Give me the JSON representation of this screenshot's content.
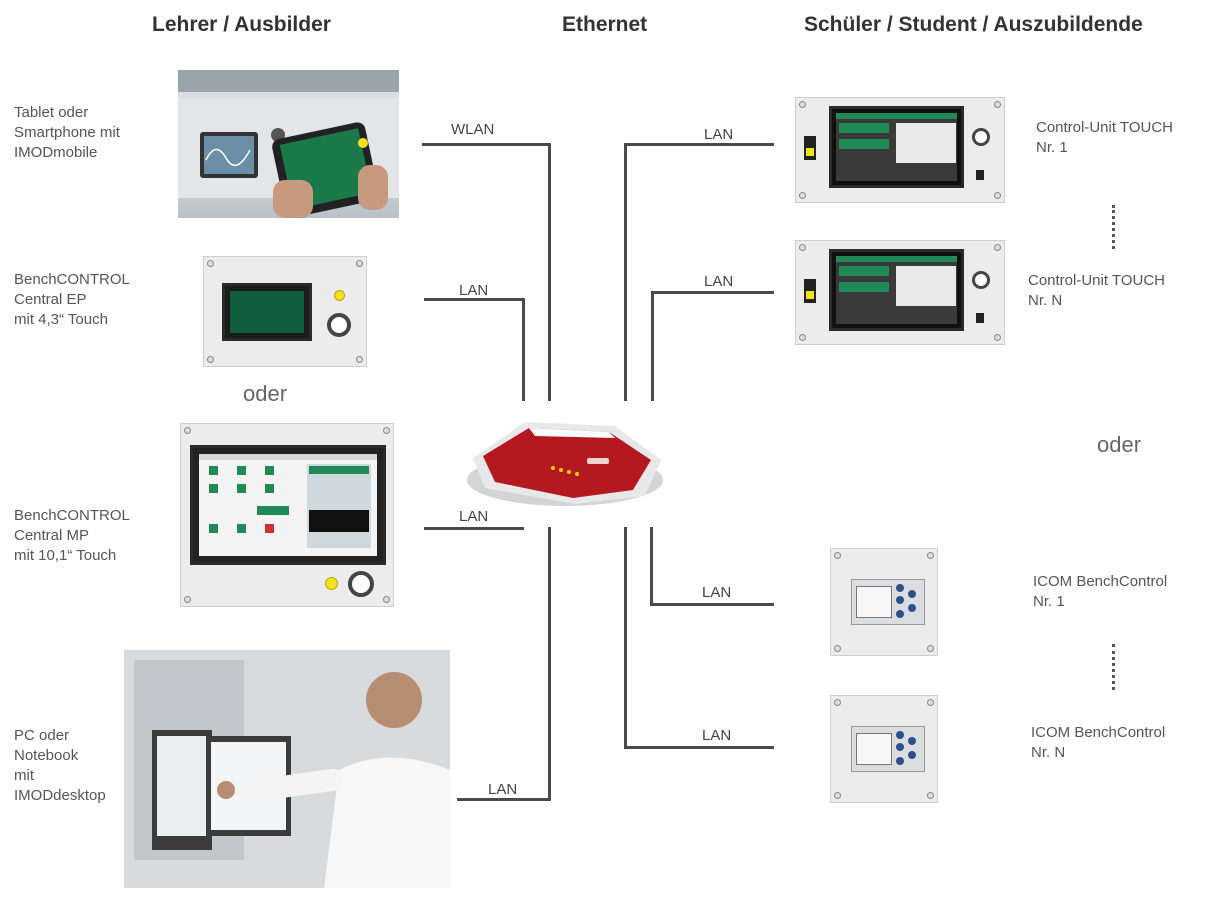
{
  "headers": {
    "teacher": "Lehrer / Ausbilder",
    "network": "Ethernet",
    "student": "Schüler / Student / Auszubildende"
  },
  "left_devices": [
    {
      "label": "Tablet oder\nSmartphone mit\nIMODmobile",
      "link": "WLAN"
    },
    {
      "label": "BenchCONTROL\nCentral EP\nmit 4,3“ Touch",
      "link": "LAN"
    },
    {
      "label": "BenchCONTROL\nCentral MP\nmit 10,1“ Touch",
      "link": "LAN"
    },
    {
      "label": "PC oder\nNotebook\nmit\nIMODdesktop",
      "link": "LAN"
    }
  ],
  "right_devices": [
    {
      "label": "Control-Unit TOUCH\nNr. 1",
      "link": "LAN"
    },
    {
      "label": "Control-Unit TOUCH\nNr. N",
      "link": "LAN"
    },
    {
      "label": "ICOM BenchControl\nNr. 1",
      "link": "LAN"
    },
    {
      "label": "ICOM BenchControl\nNr. N",
      "link": "LAN"
    }
  ],
  "or_left": "oder",
  "or_right": "oder",
  "colors": {
    "wire": "#4a4a4a",
    "router_red": "#b3191e",
    "screen_green": "#0e5e3c",
    "indicator_yellow": "#f0e21c"
  },
  "icons": [
    "tablet-photo",
    "benchcontrol-ep-panel",
    "benchcontrol-mp-panel",
    "pc-photo",
    "router-image",
    "control-unit-touch-panel",
    "icom-benchcontrol-panel"
  ]
}
